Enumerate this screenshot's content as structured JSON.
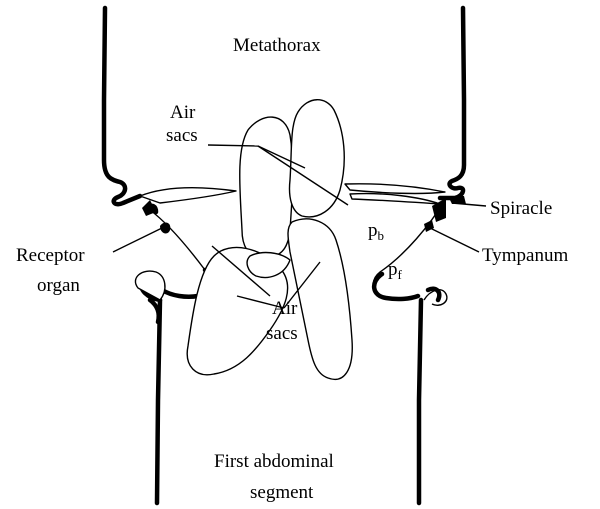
{
  "labels": {
    "metathorax": "Metathorax",
    "air_sacs_top_line1": "Air",
    "air_sacs_top_line2": "sacs",
    "spiracle": "Spiracle",
    "receptor_line1": "Receptor",
    "receptor_line2": "organ",
    "tympanum": "Tympanum",
    "pb_main": "p",
    "pb_sub": "b",
    "pf_main": "p",
    "pf_sub": "f",
    "air_sacs_bottom_line1": "Air",
    "air_sacs_bottom_line2": "sacs",
    "abdominal_line1": "First abdominal",
    "abdominal_line2": "segment"
  }
}
